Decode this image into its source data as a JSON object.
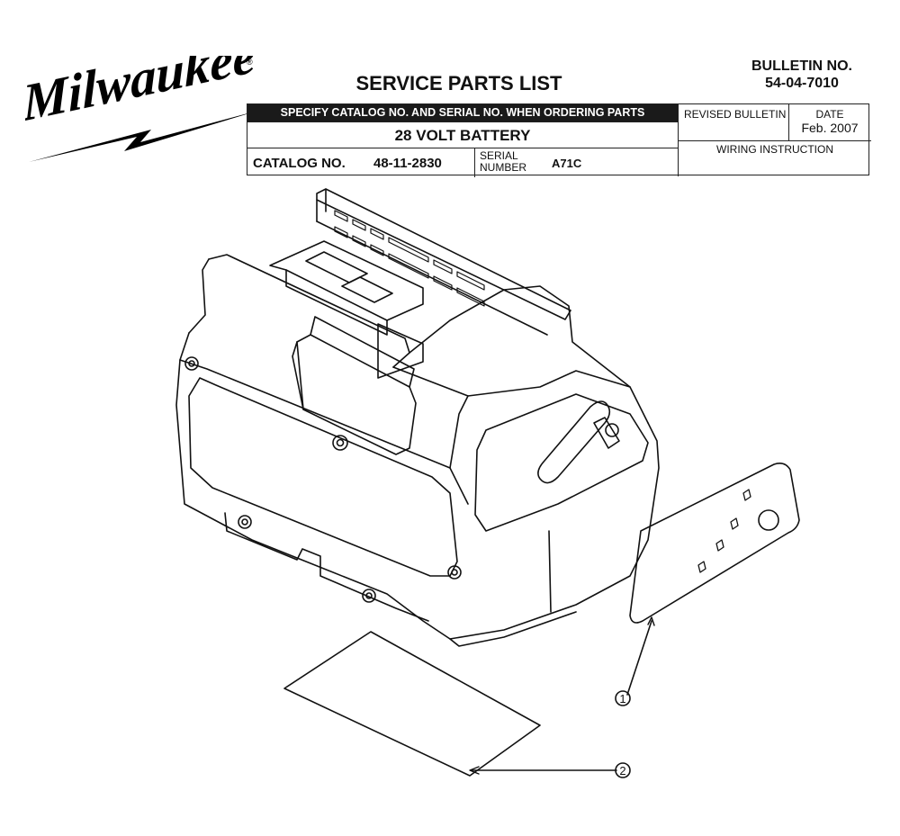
{
  "brand": {
    "name": "Milwaukee",
    "registered_mark": "®"
  },
  "header": {
    "title": "SERVICE PARTS LIST",
    "bulletin_label": "BULLETIN NO.",
    "bulletin_number": "54-04-7010"
  },
  "table": {
    "banner": "SPECIFY CATALOG NO. AND SERIAL NO. WHEN ORDERING PARTS",
    "product": "28 VOLT BATTERY",
    "catalog_label": "CATALOG NO.",
    "catalog_number": "48-11-2830",
    "serial_label_1": "SERIAL",
    "serial_label_2": "NUMBER",
    "serial_number": "A71C",
    "revised_label": "REVISED BULLETIN",
    "date_label": "DATE",
    "date_value": "Feb. 2007",
    "wiring_label": "WIRING INSTRUCTION"
  },
  "callouts": [
    {
      "number": "1"
    },
    {
      "number": "2"
    }
  ],
  "colors": {
    "ink": "#111111",
    "banner_bg": "#1a1a1a",
    "banner_text": "#ffffff",
    "paper": "#ffffff"
  }
}
